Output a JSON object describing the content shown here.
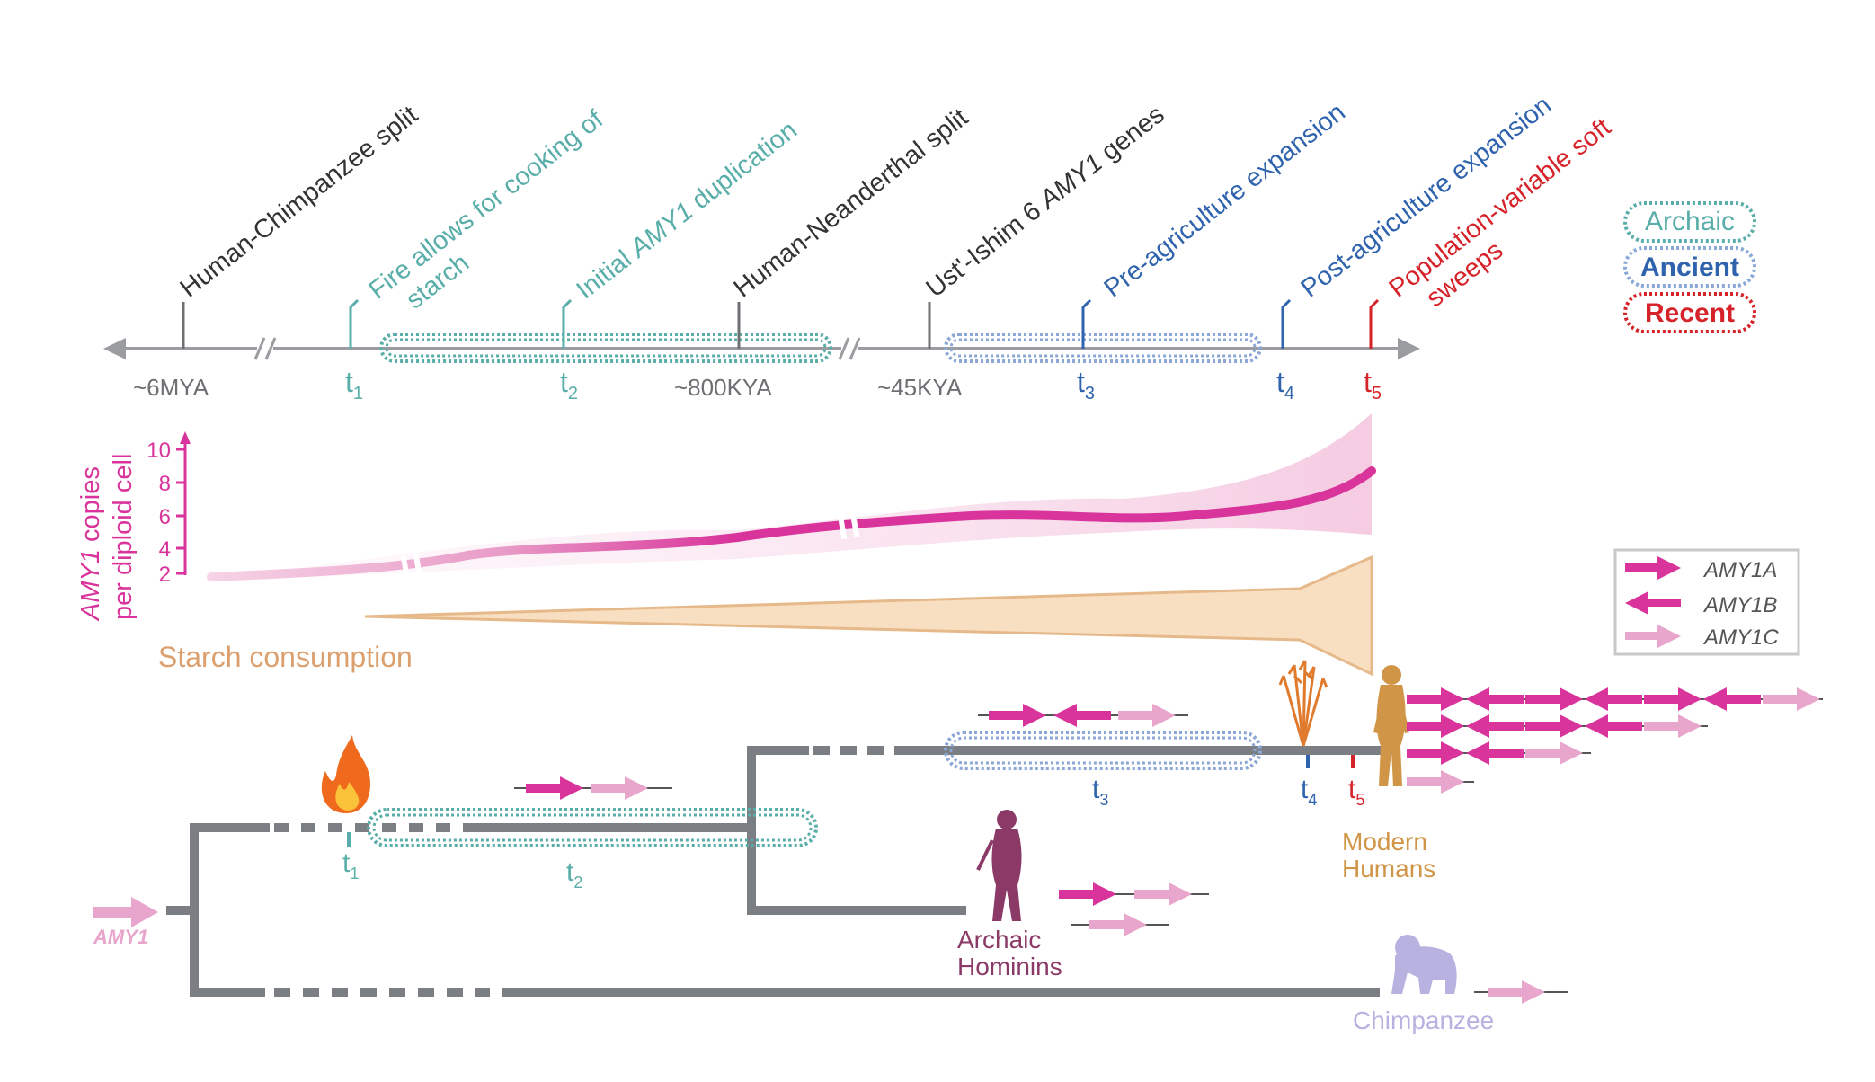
{
  "colors": {
    "grey": "#7d7f82",
    "tree": "#7b7f84",
    "archaic": "#5aaea9",
    "ancient": "#2f63ad",
    "recent": "#d6232a",
    "amy_dark": "#d9349b",
    "amy_light": "#e8a6cc",
    "starch": "#f7dcbc",
    "starch_text": "#dba06e",
    "modern": "#d19548",
    "archaic_hominin": "#8b3a68",
    "chimp": "#b7b2df"
  },
  "timeline": {
    "events": [
      {
        "label": "Human-Chimpanzee split",
        "color": "grey"
      },
      {
        "label": "Fire allows for cooking of\nstarch",
        "color": "archaic"
      },
      {
        "label_pre": "Initial ",
        "label_ital": "AMY1",
        "label_post": " duplication",
        "color": "archaic"
      },
      {
        "label": "Human-Neanderthal split",
        "color": "grey"
      },
      {
        "label_pre": "Ust'-Ishim 6 ",
        "label_ital": "AMY1",
        "label_post": " genes",
        "color": "grey"
      },
      {
        "label": "Pre-agriculture expansion",
        "color": "ancient"
      },
      {
        "label": "Post-agriculture expansion",
        "color": "ancient"
      },
      {
        "label": "Population-variable soft\nsweeps",
        "color": "recent"
      }
    ],
    "dates": [
      "~6MYA",
      "~800KYA",
      "~45KYA"
    ],
    "t_labels": [
      {
        "base": "t",
        "sub": "1"
      },
      {
        "base": "t",
        "sub": "2"
      },
      {
        "base": "t",
        "sub": "3"
      },
      {
        "base": "t",
        "sub": "4"
      },
      {
        "base": "t",
        "sub": "5"
      }
    ]
  },
  "period_legend": [
    "Archaic",
    "Ancient",
    "Recent"
  ],
  "copy_chart": {
    "ylabel_ital": "AMY1",
    "ylabel_rest": " copies",
    "ylabel_line2": "per diploid cell",
    "ticks": [
      "2",
      "4",
      "6",
      "8",
      "10"
    ],
    "starch_label": "Starch consumption"
  },
  "gene_legend": [
    "AMY1A",
    "AMY1B",
    "AMY1C"
  ],
  "tree": {
    "ancestral_gene": "AMY1",
    "archaic_label": [
      "Archaic",
      "Hominins"
    ],
    "modern_label": [
      "Modern",
      "Humans"
    ],
    "chimp_label": "Chimpanzee"
  }
}
